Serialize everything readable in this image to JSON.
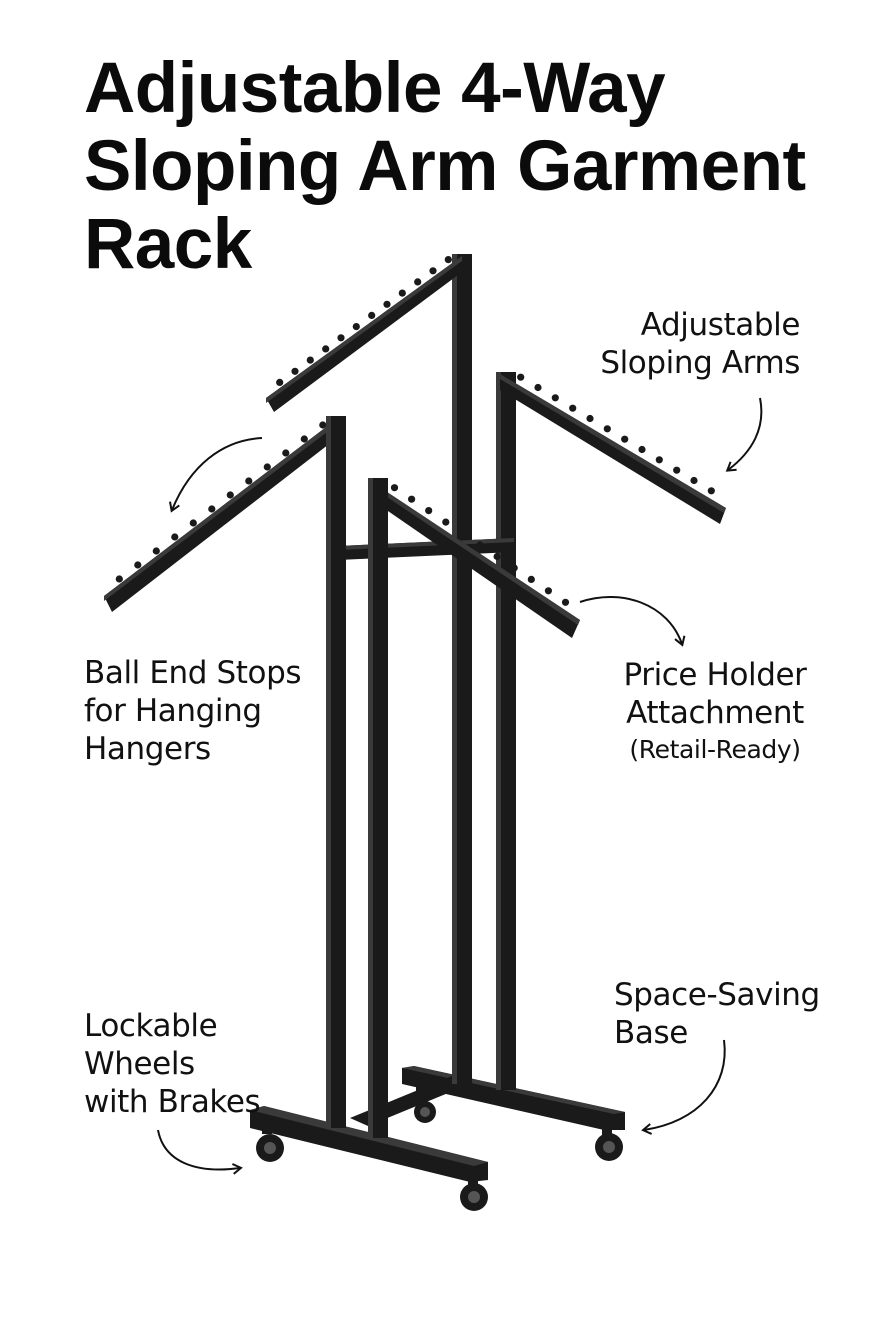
{
  "title": {
    "lines": [
      "Adjustable 4-Way",
      "Sloping Arm Garment",
      "Rack"
    ]
  },
  "callouts": {
    "arms": {
      "lines": [
        "Adjustable",
        "Sloping Arms"
      ]
    },
    "ball_stops": {
      "lines": [
        "Ball End Stops",
        "for Hanging",
        "Hangers"
      ]
    },
    "price_holder": {
      "lines": [
        "Price Holder",
        "Attachment"
      ],
      "note": "(Retail-Ready)"
    },
    "wheels": {
      "lines": [
        "Lockable",
        "Wheels",
        "with Brakes"
      ]
    },
    "base": {
      "lines": [
        "Space-Saving",
        "Base"
      ]
    }
  },
  "colors": {
    "frame": "#1a1a1a",
    "frame_highlight": "#3a3a3a",
    "text": "#111111",
    "background": "#ffffff"
  },
  "icons": {
    "rack": "garment-rack-illustration",
    "arrows": "curved-pointer-arrow"
  }
}
